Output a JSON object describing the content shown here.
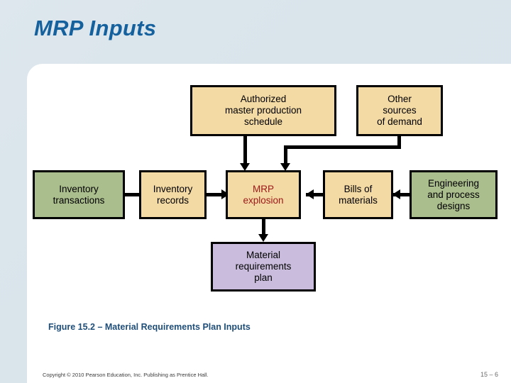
{
  "slide": {
    "title": "MRP Inputs",
    "caption": "Figure 15.2 – Material Requirements Plan Inputs",
    "footer": {
      "copyright": "Copyright © 2010 Pearson Education, Inc. Publishing as Prentice Hall.",
      "page": "15 – 6"
    },
    "colors": {
      "background": "#dce6ec",
      "panel": "#ffffff",
      "title": "#14619e",
      "caption": "#1f4e79",
      "box_tan": "#f3d9a4",
      "box_green": "#aabd8c",
      "box_lavender": "#c9bcdc",
      "box_border": "#000000",
      "mrp_text": "#9c1717"
    }
  },
  "diagram": {
    "type": "flowchart",
    "nodes": [
      {
        "id": "authorized-mps",
        "label": "Authorized\nmaster production\nschedule",
        "line1": "Authorized",
        "line2": "master production",
        "line3": "schedule",
        "fill": "#f3d9a4",
        "row": "top"
      },
      {
        "id": "other-sources-of-demand",
        "label": "Other\nsources\nof demand",
        "line1": "Other",
        "line2": "sources",
        "line3": "of demand",
        "fill": "#f3d9a4",
        "row": "top"
      },
      {
        "id": "inventory-transactions",
        "label": "Inventory\ntransactions",
        "line1": "Inventory",
        "line2": "transactions",
        "fill": "#aabd8c",
        "row": "middle"
      },
      {
        "id": "inventory-records",
        "label": "Inventory\nrecords",
        "line1": "Inventory",
        "line2": "records",
        "fill": "#f3d9a4",
        "row": "middle"
      },
      {
        "id": "mrp-explosion",
        "label": "MRP\nexplosion",
        "line1": "MRP",
        "line2": "explosion",
        "fill": "#f3d9a4",
        "text_color": "#9c1717",
        "row": "middle"
      },
      {
        "id": "bills-of-materials",
        "label": "Bills of\nmaterials",
        "line1": "Bills of",
        "line2": "materials",
        "fill": "#f3d9a4",
        "row": "middle"
      },
      {
        "id": "engineering-and-process-designs",
        "label": "Engineering\nand process\ndesigns",
        "line1": "Engineering",
        "line2": "and process",
        "line3": "designs",
        "fill": "#aabd8c",
        "row": "middle"
      },
      {
        "id": "material-requirements-plan",
        "label": "Material\nrequirements\nplan",
        "line1": "Material",
        "line2": "requirements",
        "line3": "plan",
        "fill": "#c9bcdc",
        "row": "bottom"
      }
    ],
    "edges": [
      {
        "from": "inventory-transactions",
        "to": "inventory-records",
        "direction": "right"
      },
      {
        "from": "inventory-records",
        "to": "mrp-explosion",
        "direction": "right"
      },
      {
        "from": "authorized-mps",
        "to": "mrp-explosion",
        "direction": "down"
      },
      {
        "from": "other-sources-of-demand",
        "to": "mrp-explosion",
        "direction": "down-elbow"
      },
      {
        "from": "engineering-and-process-designs",
        "to": "bills-of-materials",
        "direction": "left"
      },
      {
        "from": "bills-of-materials",
        "to": "mrp-explosion",
        "direction": "left"
      },
      {
        "from": "mrp-explosion",
        "to": "material-requirements-plan",
        "direction": "down"
      }
    ]
  }
}
